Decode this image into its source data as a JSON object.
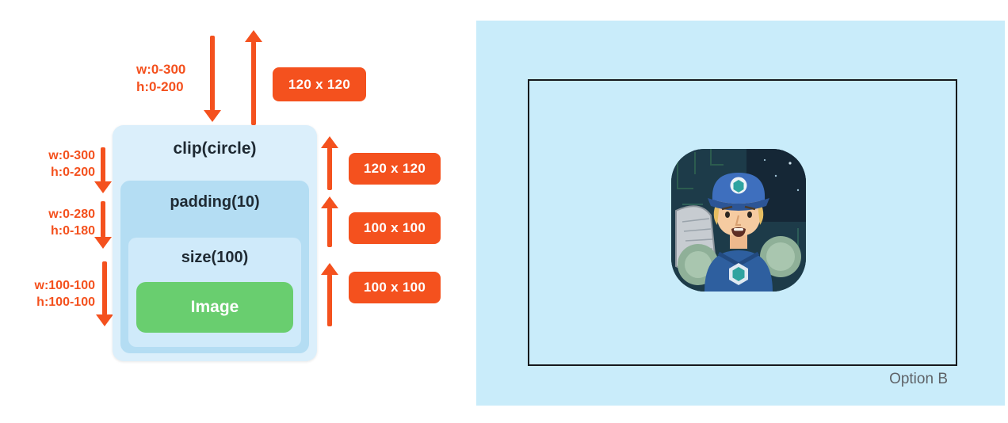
{
  "left_diagram": {
    "top_constraint": {
      "w": "w:0-300",
      "h": "h:0-200"
    },
    "left_constraints": [
      {
        "w": "w:0-300",
        "h": "h:0-200"
      },
      {
        "w": "w:0-280",
        "h": "h:0-180"
      },
      {
        "w": "w:100-100",
        "h": "h:100-100"
      }
    ],
    "top_badge": "120 x 120",
    "right_badges": [
      "120 x 120",
      "100 x 100",
      "100 x 100"
    ],
    "boxes": {
      "clip": "clip(circle)",
      "padding": "padding(10)",
      "size": "size(100)",
      "image": "Image"
    }
  },
  "right_panel": {
    "caption": "Option B"
  },
  "colors": {
    "accent_orange": "#f4511e",
    "panel_blue": "#c9ecfa",
    "clip_box_blue": "#dbeffb",
    "padding_box_blue": "#b4ddf3",
    "size_box_blue": "#cfeafa",
    "image_green": "#69ce6f",
    "caption_gray": "#5f6368",
    "frame_border": "#15181c"
  }
}
